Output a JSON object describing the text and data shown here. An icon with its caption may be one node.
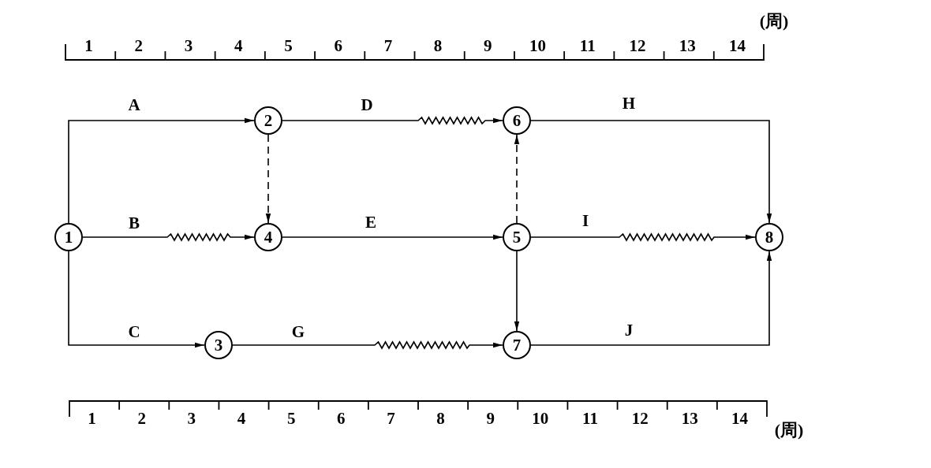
{
  "diagram": {
    "nodes": [
      {
        "text": [
          "1"
        ]
      },
      {
        "text": [
          "2"
        ]
      },
      {
        "text": [
          "3"
        ]
      },
      {
        "text": [
          "4"
        ]
      },
      {
        "text": [
          "5"
        ]
      },
      {
        "text": [
          "6"
        ]
      },
      {
        "text": [
          "7"
        ]
      },
      {
        "text": [
          "8"
        ]
      }
    ],
    "edges": [
      {
        "from": 0,
        "to": 1,
        "arrow": "to",
        "label": "A"
      },
      {
        "from": 0,
        "to": 3,
        "arrow": "to",
        "label": "B"
      },
      {
        "from": 0,
        "to": 2,
        "arrow": "to",
        "label": "C"
      },
      {
        "from": 1,
        "to": 5,
        "arrow": "to",
        "label": "D"
      },
      {
        "from": 1,
        "to": 3,
        "arrow": "to",
        "style": "dashed"
      },
      {
        "from": 3,
        "to": 4,
        "arrow": "to",
        "label": "E"
      },
      {
        "from": 4,
        "to": 5,
        "arrow": "to",
        "style": "dashed"
      },
      {
        "from": 5,
        "to": 7,
        "arrow": "to",
        "label": "H"
      },
      {
        "from": 4,
        "to": 7,
        "arrow": "to",
        "label": "I"
      },
      {
        "from": 4,
        "to": 6,
        "arrow": "to"
      },
      {
        "from": 2,
        "to": 6,
        "arrow": "to",
        "label": "G"
      },
      {
        "from": 6,
        "to": 7,
        "arrow": "to",
        "label": "J"
      }
    ],
    "labels": [
      "(周)",
      "1",
      "2",
      "3",
      "4",
      "5",
      "6",
      "7",
      "8",
      "9",
      "10",
      "11",
      "12",
      "13",
      "14",
      "1",
      "2",
      "3",
      "4",
      "5",
      "6",
      "7",
      "8",
      "9",
      "10",
      "11",
      "12",
      "13",
      "14",
      "(周)"
    ]
  }
}
